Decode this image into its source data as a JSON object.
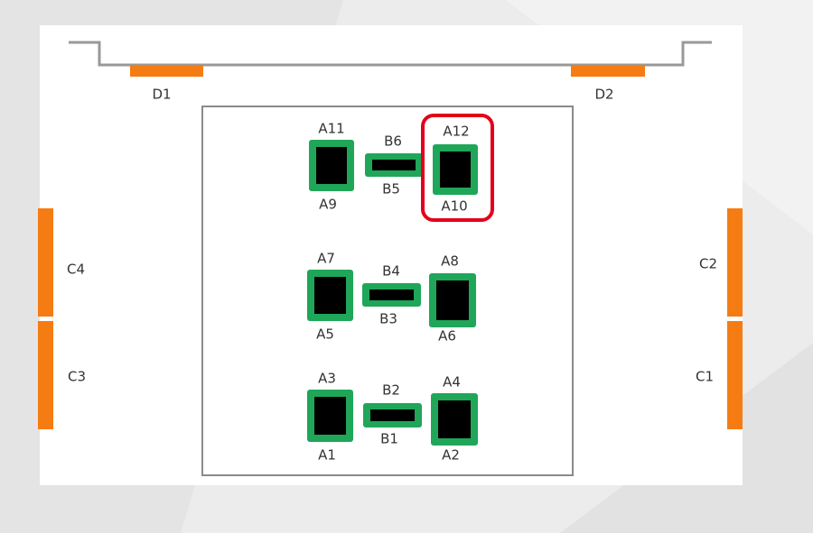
{
  "colors": {
    "background": "#ececec",
    "panel": "#ffffff",
    "door_bar": "#f57c12",
    "block": "#1fa659",
    "block_core": "#000000",
    "highlight": "#e3001b",
    "outline": "#8a8a8a"
  },
  "doors": {
    "d1": "D1",
    "d2": "D2"
  },
  "sides": {
    "c1": "C1",
    "c2": "C2",
    "c3": "C3",
    "c4": "C4"
  },
  "rows": {
    "top": {
      "left_top": "A11",
      "left_bottom": "A9",
      "bridge_top": "B6",
      "bridge_bottom": "B5",
      "right_top": "A12",
      "right_bottom": "A10"
    },
    "middle": {
      "left_top": "A7",
      "left_bottom": "A5",
      "bridge_top": "B4",
      "bridge_bottom": "B3",
      "right_top": "A8",
      "right_bottom": "A6"
    },
    "bottom": {
      "left_top": "A3",
      "left_bottom": "A1",
      "bridge_top": "B2",
      "bridge_bottom": "B1",
      "right_top": "A4",
      "right_bottom": "A2"
    }
  },
  "highlighted": "A12"
}
